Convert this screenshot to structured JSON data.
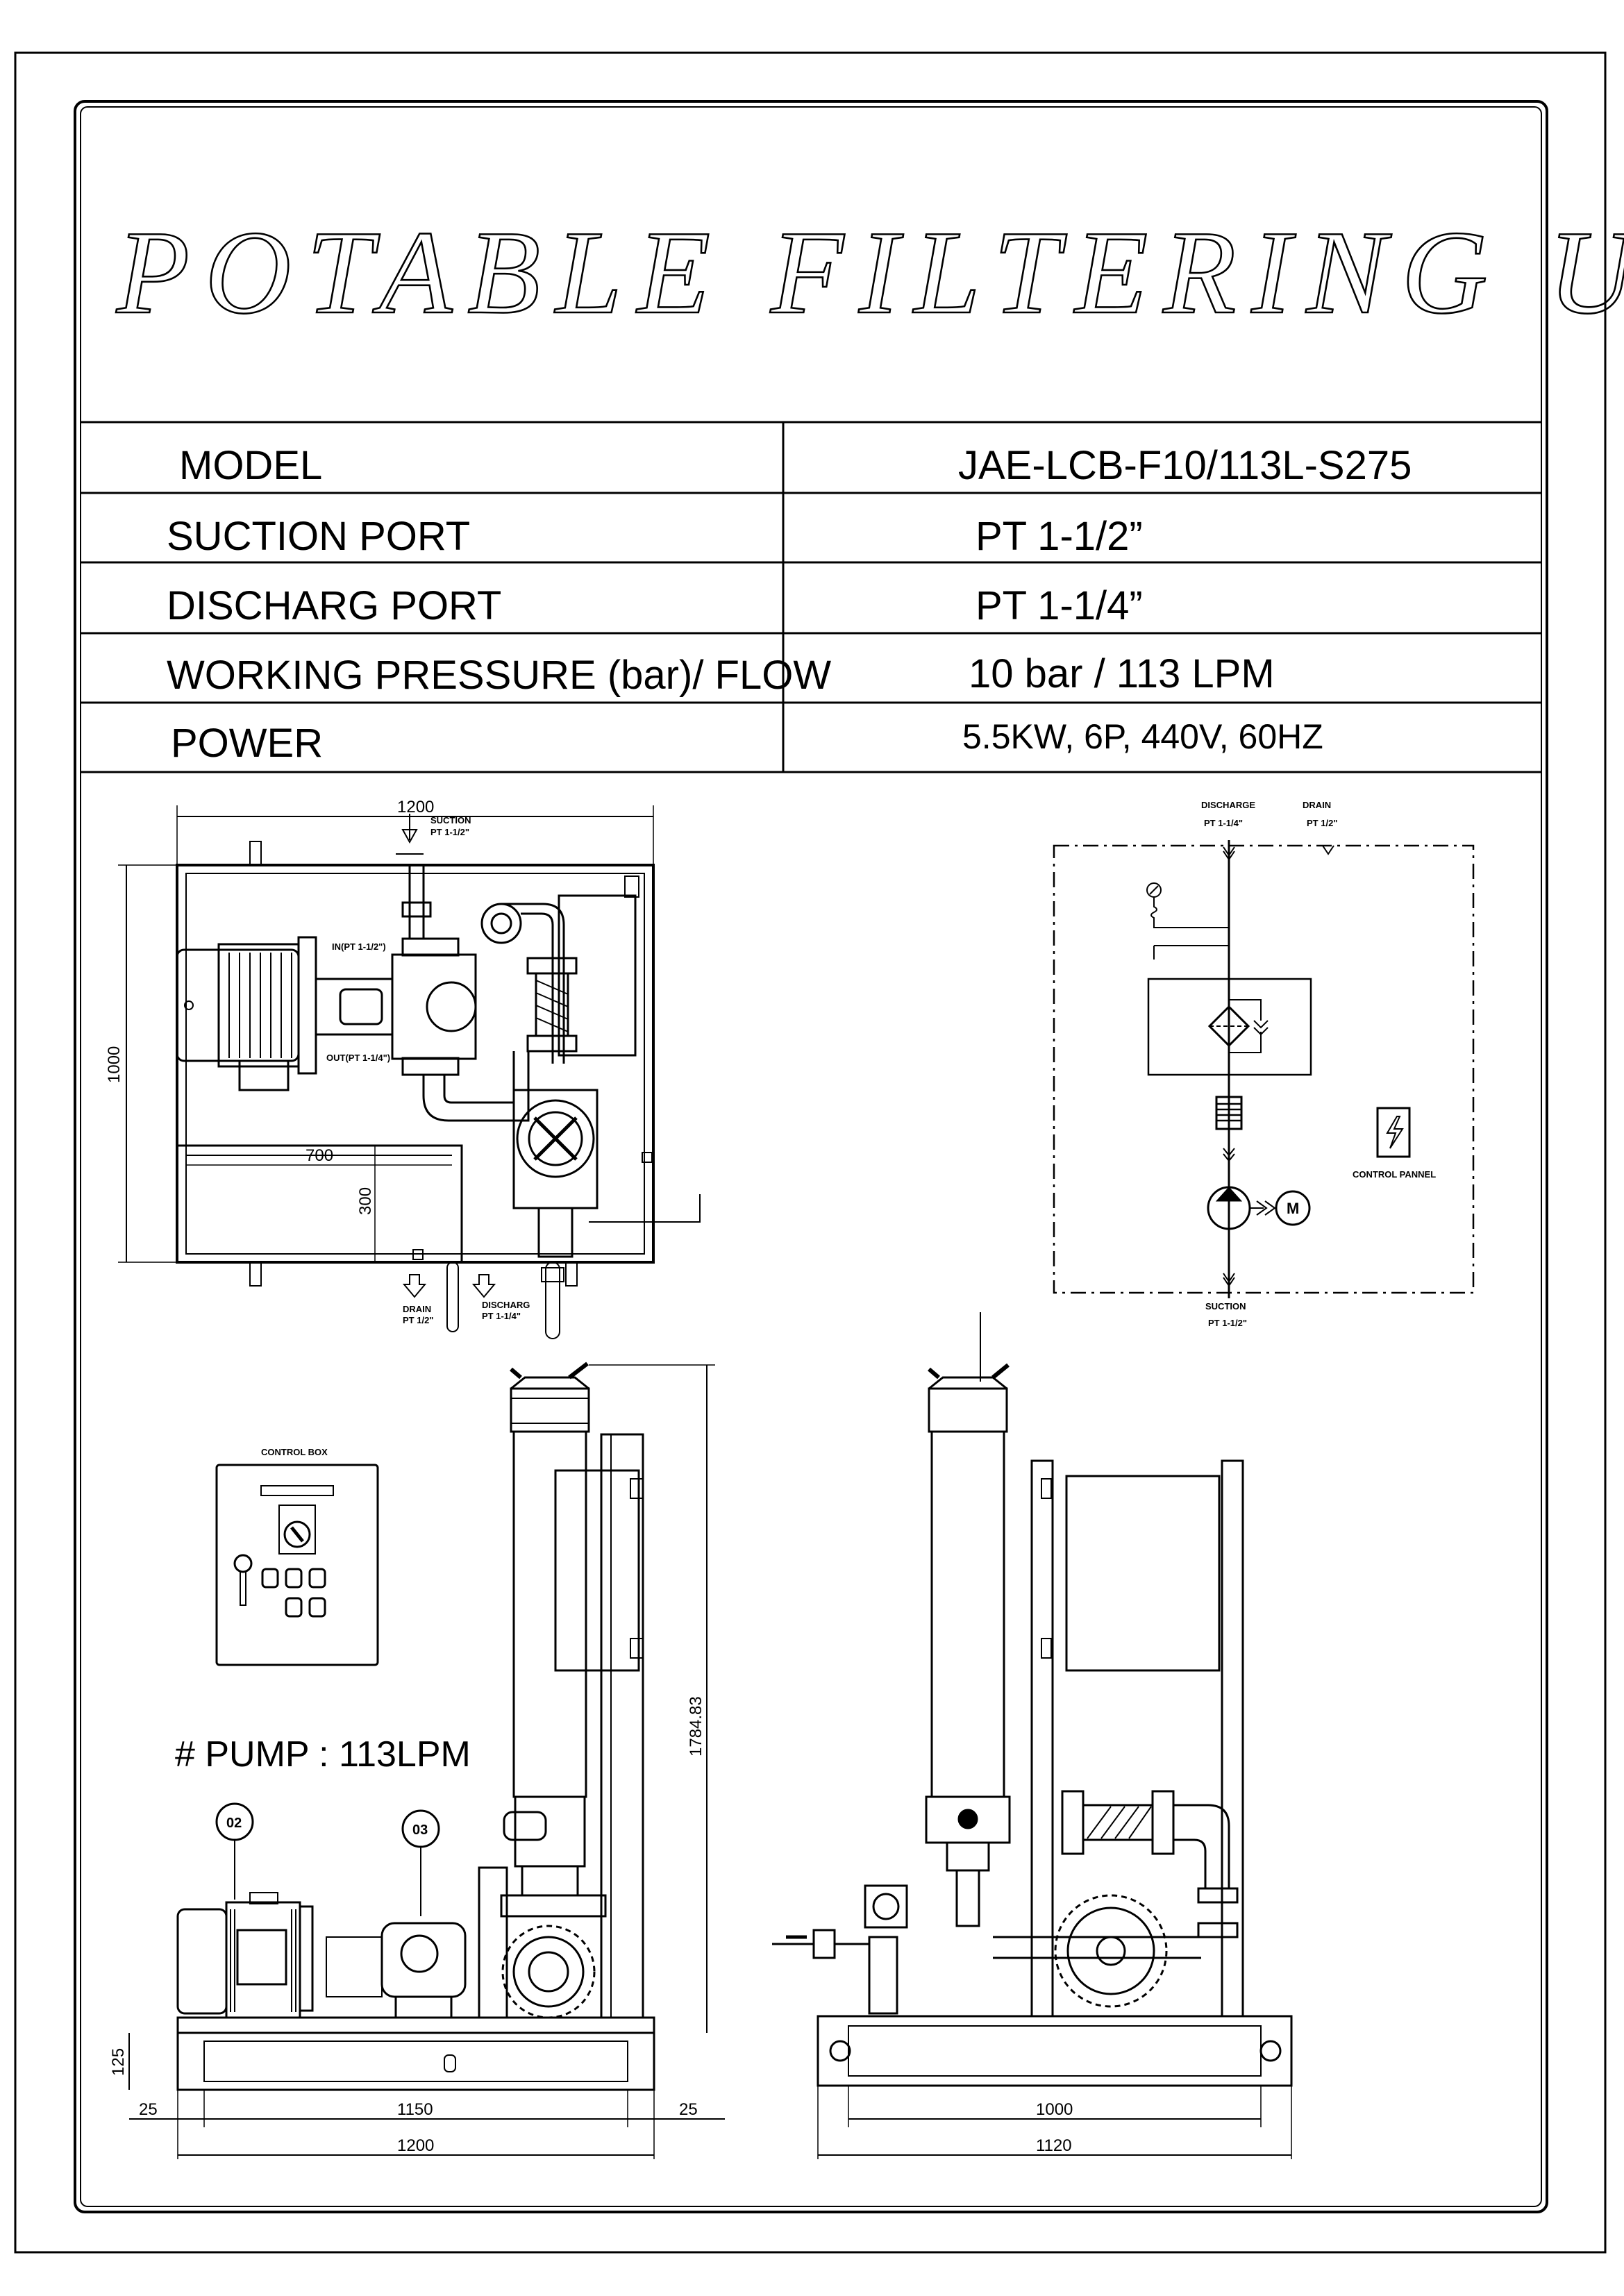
{
  "title": "POTABLE FILTERING UNIT",
  "spec_table": [
    {
      "label": "MODEL",
      "value": "JAE-LCB-F10/113L-S275"
    },
    {
      "label": "SUCTION PORT",
      "value": "PT 1-1/2”"
    },
    {
      "label": "DISCHARG PORT",
      "value": "PT 1-1/4”"
    },
    {
      "label": "WORKING PRESSURE (bar)/ FLOW",
      "value": "10 bar / 113 LPM"
    },
    {
      "label": "POWER",
      "value": "5.5KW, 6P, 440V, 60HZ"
    }
  ],
  "plan_view": {
    "dim_width": "1200",
    "dim_height": "1000",
    "dim_tank_width": "700",
    "dim_tank_height": "300",
    "suction_label": "SUCTION",
    "suction_size": "PT 1-1/2\"",
    "in_label": "IN(PT 1-1/2\")",
    "out_label": "OUT(PT 1-1/4\")",
    "drain_label": "DRAIN",
    "drain_size": "PT 1/2\"",
    "discharg_label": "DISCHARG",
    "discharg_size": "PT 1-1/4\""
  },
  "schematic": {
    "discharge_label": "DISCHARGE",
    "discharge_size": "PT 1-1/4\"",
    "drain_label": "DRAIN",
    "drain_size": "PT 1/2\"",
    "suction_label": "SUCTION",
    "suction_size": "PT 1-1/2\"",
    "control_panel_label": "CONTROL PANNEL",
    "motor_symbol": "M"
  },
  "control_box": {
    "label": "CONTROL BOX"
  },
  "pump_note": "# PUMP : 113LPM",
  "callouts": [
    "02",
    "03"
  ],
  "front_view": {
    "dim_height": "1784.83",
    "dim_base": "125",
    "dim_left": "25",
    "dim_right": "25",
    "dim_inner": "1150",
    "dim_overall": "1200"
  },
  "side_view": {
    "dim_inner": "1000",
    "dim_overall": "1120"
  }
}
